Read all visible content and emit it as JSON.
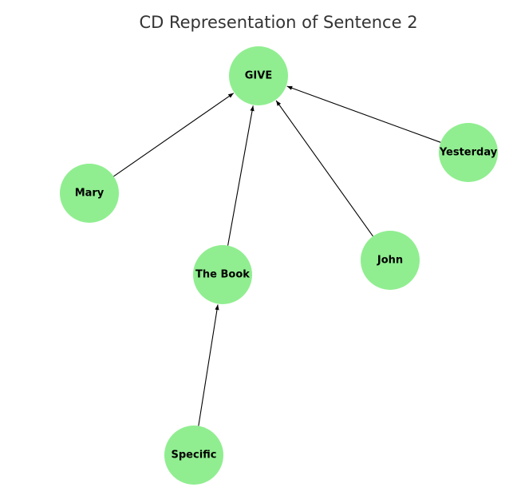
{
  "title": "CD Representation of Sentence 2",
  "colors": {
    "node_fill": "#90ee90",
    "edge": "#000000",
    "text": "#000000",
    "title": "#333333"
  },
  "nodes": [
    {
      "id": "give",
      "label": "GIVE"
    },
    {
      "id": "mary",
      "label": "Mary"
    },
    {
      "id": "the-book",
      "label": "The Book"
    },
    {
      "id": "john",
      "label": "John"
    },
    {
      "id": "yesterday",
      "label": "Yesterday"
    },
    {
      "id": "specific",
      "label": "Specific"
    }
  ],
  "edges": [
    {
      "from": "mary",
      "to": "give"
    },
    {
      "from": "the-book",
      "to": "give"
    },
    {
      "from": "john",
      "to": "give"
    },
    {
      "from": "yesterday",
      "to": "give"
    },
    {
      "from": "specific",
      "to": "the-book"
    }
  ]
}
